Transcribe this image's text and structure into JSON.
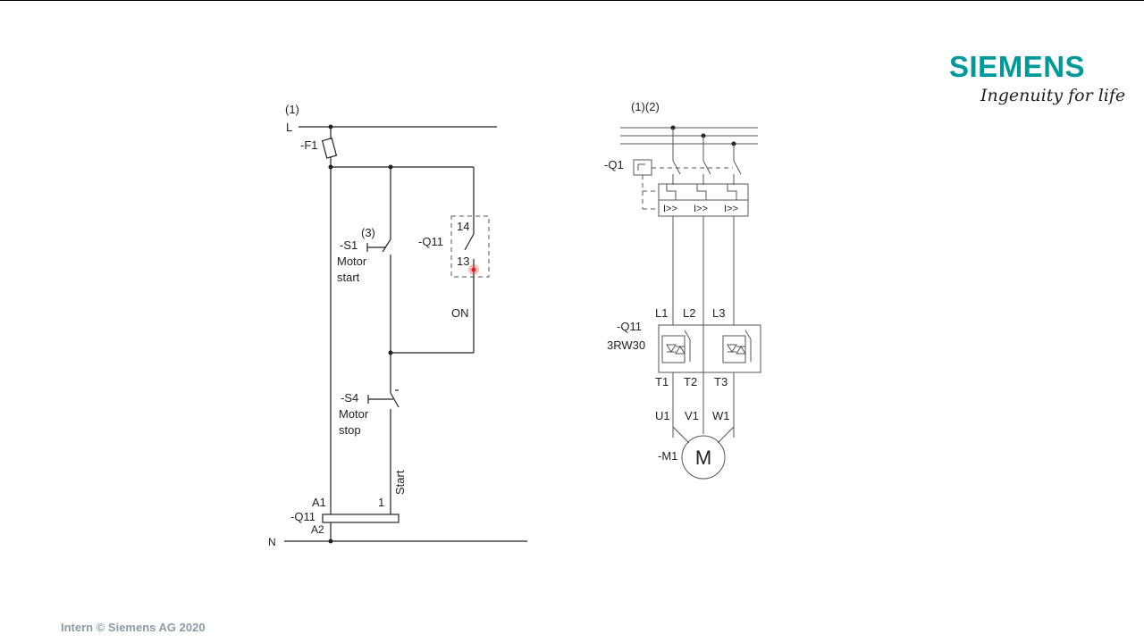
{
  "brand": {
    "name": "SIEMENS",
    "tagline": "Ingenuity for life",
    "color": "#009999"
  },
  "footer": "Intern © Siemens AG 2020",
  "control_circuit": {
    "ref_note": "(1)",
    "line_label": "L",
    "neutral_label": "N",
    "fuse": "-F1",
    "start_button": {
      "ref_note": "(3)",
      "tag": "-S1",
      "line1": "Motor",
      "line2": "start"
    },
    "contact": {
      "tag": "-Q11",
      "terminal_top": "14",
      "terminal_bottom": "13",
      "label": "ON"
    },
    "stop_button": {
      "tag": "-S4",
      "line1": "Motor",
      "line2": "stop"
    },
    "starter_coil": {
      "tag": "-Q11",
      "terminal_a1": "A1",
      "terminal_a2": "A2",
      "terminal_in": "1",
      "input_label": "Start"
    }
  },
  "power_circuit": {
    "ref_note": "(1)(2)",
    "breaker": {
      "tag": "-Q1",
      "trip_label": "I>>"
    },
    "soft_starter": {
      "tag": "-Q11",
      "model": "3RW30"
    },
    "inputs": [
      "L1",
      "L2",
      "L3"
    ],
    "outputs": [
      "T1",
      "T2",
      "T3"
    ],
    "motor_terminals": [
      "U1",
      "V1",
      "W1"
    ],
    "motor": {
      "tag": "-M1",
      "symbol": "M"
    }
  }
}
